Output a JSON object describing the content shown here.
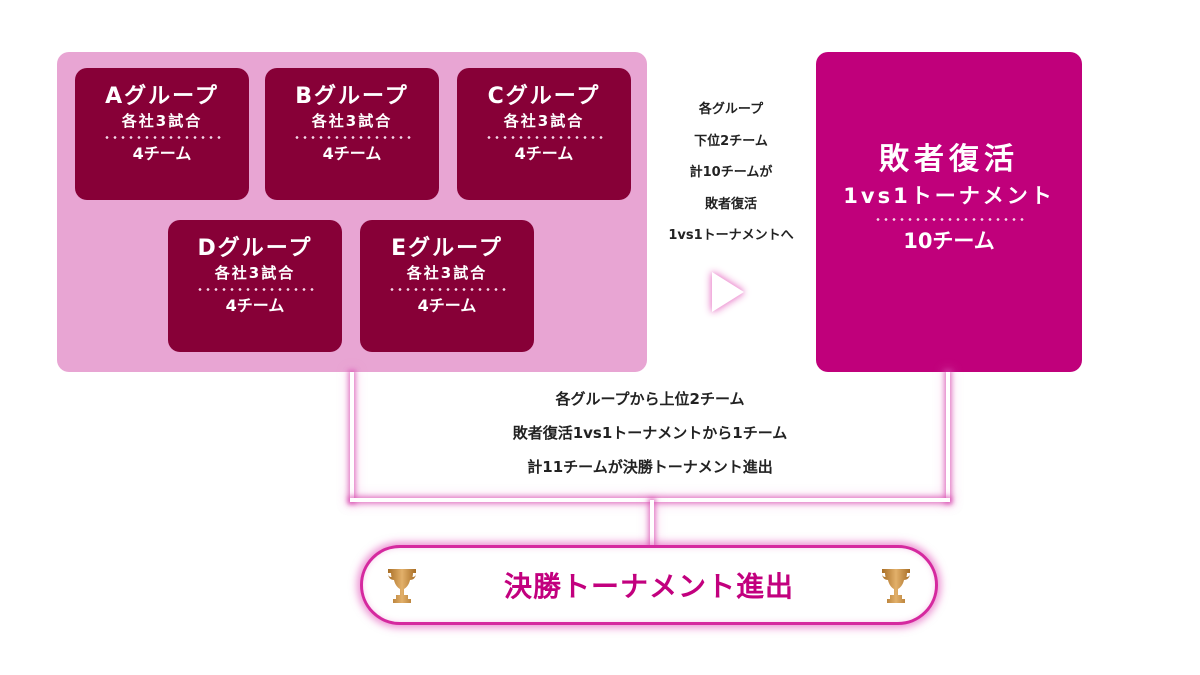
{
  "groups": [
    {
      "title": "Aグループ",
      "matches": "各社3試合",
      "teams": "4チーム"
    },
    {
      "title": "Bグループ",
      "matches": "各社3試合",
      "teams": "4チーム"
    },
    {
      "title": "Cグループ",
      "matches": "各社3試合",
      "teams": "4チーム"
    },
    {
      "title": "Dグループ",
      "matches": "各社3試合",
      "teams": "4チーム"
    },
    {
      "title": "Eグループ",
      "matches": "各社3試合",
      "teams": "4チーム"
    }
  ],
  "middle_note": {
    "lines": [
      "各グループ",
      "下位2チーム",
      "計10チームが",
      "敗者復活",
      "1vs1トーナメントへ"
    ],
    "arrow_icon": "play-triangle-icon"
  },
  "revival": {
    "title": "敗者復活",
    "subtitle": "1vs1トーナメント",
    "teams": "10チーム"
  },
  "summary": {
    "lines": [
      "各グループから上位2チーム",
      "敗者復活1vs1トーナメントから1チーム",
      "計11チームが決勝トーナメント進出"
    ]
  },
  "final": {
    "label": "決勝トーナメント進出",
    "icons": [
      "trophy-icon",
      "trophy-icon"
    ]
  },
  "colors": {
    "panel_pink": "#e8a5d3",
    "group_maroon": "#870037",
    "revival_magenta": "#c0007b",
    "final_text": "#c2007e",
    "trophy_gold": "#c8903a"
  }
}
